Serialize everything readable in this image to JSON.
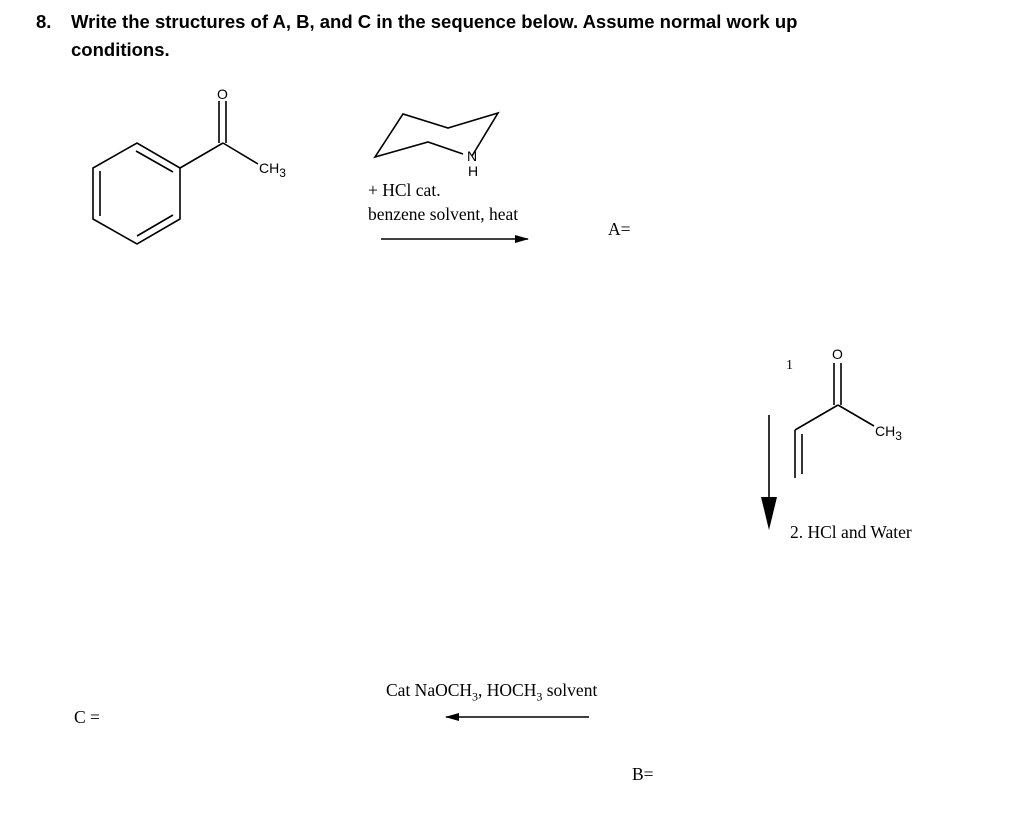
{
  "question": {
    "number": "8.",
    "line1": "Write the structures of A, B, and C in the sequence below. Assume normal work up",
    "line2": "conditions."
  },
  "structures": {
    "acetophenone": {
      "o_label": "O",
      "ch3_label": "CH",
      "ch3_sub": "3"
    },
    "piperidine": {
      "n_label": "N",
      "h_label": "H"
    },
    "mvk": {
      "o_label": "O",
      "ch3_label": "CH",
      "ch3_sub": "3"
    }
  },
  "reagents": {
    "step1_line1": "+ HCl cat.",
    "step1_line2": "benzene solvent, heat",
    "step2_number": "1",
    "step2_line": "2. HCl and Water",
    "step3_a": "Cat NaOCH",
    "step3_sub1": "3",
    "step3_b": ", HOCH",
    "step3_sub2": "3",
    "step3_c": " solvent"
  },
  "answers": {
    "a": "A=",
    "b": "B=",
    "c": "C ="
  }
}
